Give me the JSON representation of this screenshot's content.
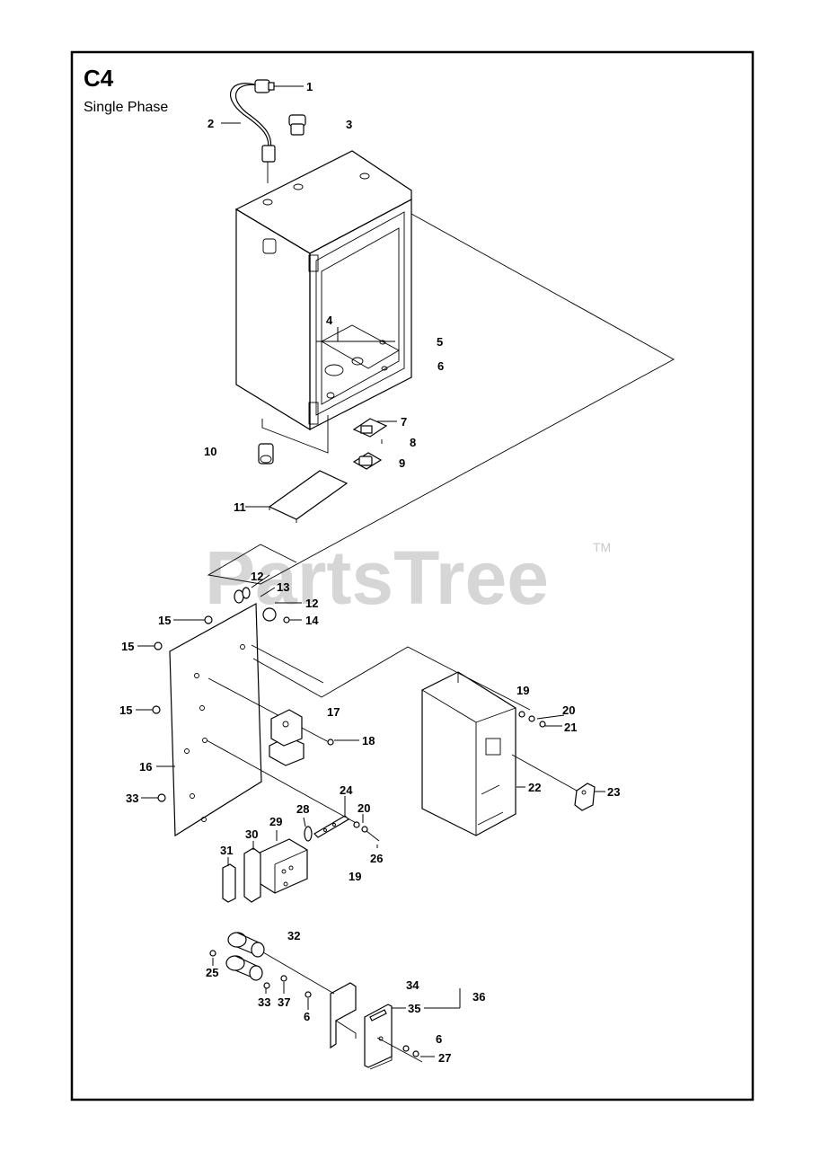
{
  "diagram": {
    "code": "C4",
    "subtitle": "Single Phase",
    "watermark": "PartsTree",
    "watermark_mark": "TM",
    "callouts": [
      {
        "id": "c1",
        "label": "1"
      },
      {
        "id": "c2",
        "label": "2"
      },
      {
        "id": "c3",
        "label": "3"
      },
      {
        "id": "c4",
        "label": "4"
      },
      {
        "id": "c5",
        "label": "5"
      },
      {
        "id": "c6a",
        "label": "6"
      },
      {
        "id": "c7",
        "label": "7"
      },
      {
        "id": "c8",
        "label": "8"
      },
      {
        "id": "c9",
        "label": "9"
      },
      {
        "id": "c10",
        "label": "10"
      },
      {
        "id": "c11",
        "label": "11"
      },
      {
        "id": "c12a",
        "label": "12"
      },
      {
        "id": "c13",
        "label": "13"
      },
      {
        "id": "c12b",
        "label": "12"
      },
      {
        "id": "c14",
        "label": "14"
      },
      {
        "id": "c15a",
        "label": "15"
      },
      {
        "id": "c15b",
        "label": "15"
      },
      {
        "id": "c15c",
        "label": "15"
      },
      {
        "id": "c16",
        "label": "16"
      },
      {
        "id": "c17",
        "label": "17"
      },
      {
        "id": "c18",
        "label": "18"
      },
      {
        "id": "c19a",
        "label": "19"
      },
      {
        "id": "c20a",
        "label": "20"
      },
      {
        "id": "c21",
        "label": "21"
      },
      {
        "id": "c22",
        "label": "22"
      },
      {
        "id": "c23",
        "label": "23"
      },
      {
        "id": "c33a",
        "label": "33"
      },
      {
        "id": "c24",
        "label": "24"
      },
      {
        "id": "c28",
        "label": "28"
      },
      {
        "id": "c20b",
        "label": "20"
      },
      {
        "id": "c29",
        "label": "29"
      },
      {
        "id": "c30",
        "label": "30"
      },
      {
        "id": "c31",
        "label": "31"
      },
      {
        "id": "c26",
        "label": "26"
      },
      {
        "id": "c19b",
        "label": "19"
      },
      {
        "id": "c32",
        "label": "32"
      },
      {
        "id": "c25",
        "label": "25"
      },
      {
        "id": "c33b",
        "label": "33"
      },
      {
        "id": "c37",
        "label": "37"
      },
      {
        "id": "c6b",
        "label": "6"
      },
      {
        "id": "c34",
        "label": "34"
      },
      {
        "id": "c35",
        "label": "35"
      },
      {
        "id": "c36",
        "label": "36"
      },
      {
        "id": "c6c",
        "label": "6"
      },
      {
        "id": "c27",
        "label": "27"
      }
    ]
  }
}
